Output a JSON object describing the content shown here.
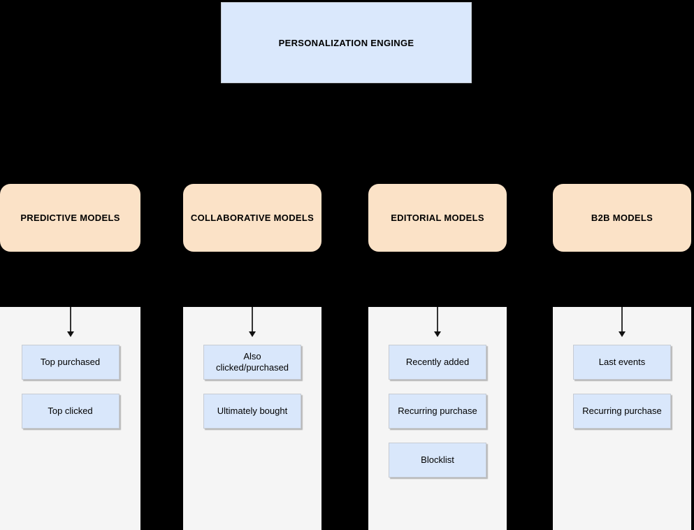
{
  "diagram": {
    "title_node": {
      "label": "PERSONALIZATION ENGINGE"
    },
    "columns": [
      {
        "header": "PREDICTIVE MODELS",
        "items": [
          "Top purchased",
          "Top clicked"
        ]
      },
      {
        "header": "COLLABORATIVE MODELS",
        "items": [
          "Also clicked/purchased",
          "Ultimately bought"
        ]
      },
      {
        "header": "EDITORIAL MODELS",
        "items": [
          "Recently added",
          "Recurring purchase",
          "Blocklist"
        ]
      },
      {
        "header": "B2B MODELS",
        "items": [
          "Last events",
          "Recurring purchase"
        ]
      }
    ],
    "colors": {
      "background": "#000000",
      "root_fill": "#DAE8FC",
      "category_fill": "#FBE2C7",
      "panel_fill": "#F5F5F5",
      "item_fill": "#D9E7FB",
      "item_border": "#C6CBD3",
      "arrow": "#333333"
    }
  }
}
